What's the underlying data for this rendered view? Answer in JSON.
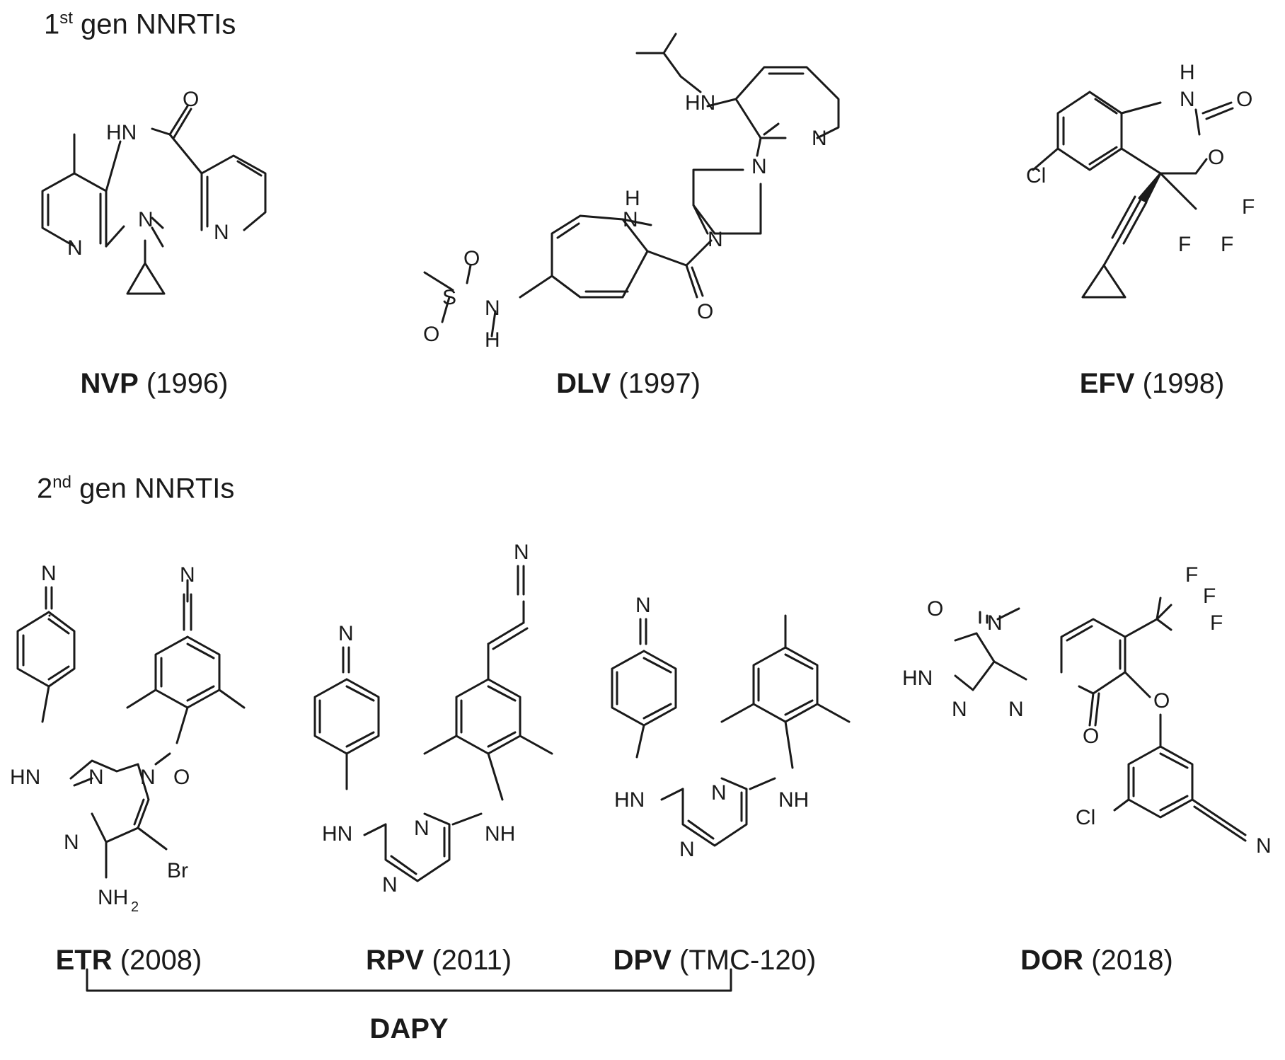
{
  "sections": [
    {
      "ordinal": "1",
      "suffix": "st",
      "text": "gen NNRTIs"
    },
    {
      "ordinal": "2",
      "suffix": "nd",
      "text": "gen NNRTIs"
    }
  ],
  "compounds": [
    {
      "abbr": "NVP",
      "note": "(1996)"
    },
    {
      "abbr": "DLV",
      "note": "(1997)"
    },
    {
      "abbr": "EFV",
      "note": "(1998)"
    },
    {
      "abbr": "ETR",
      "note": "(2008)"
    },
    {
      "abbr": "RPV",
      "note": "(2011)"
    },
    {
      "abbr": "DPV",
      "note": "(TMC-120)"
    },
    {
      "abbr": "DOR",
      "note": "(2018)"
    }
  ],
  "group_label": "DAPY",
  "atoms": {
    "hn": "HN",
    "nh": "NH",
    "n": "N",
    "h": "H",
    "o": "O",
    "s": "S",
    "cl": "Cl",
    "f": "F",
    "br": "Br",
    "nh2_main": "NH",
    "nh2_sub": "2"
  }
}
